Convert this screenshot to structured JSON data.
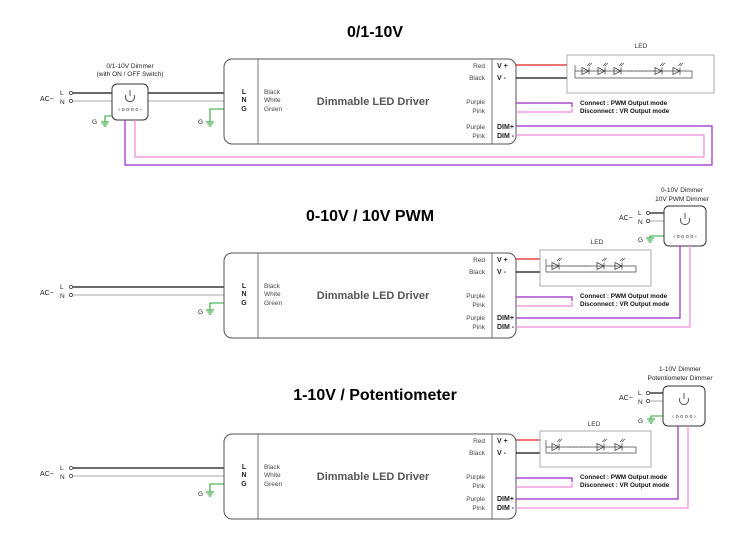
{
  "common": {
    "driver_title": "Dimmable LED Driver",
    "led_label": "LED",
    "in_terms": [
      "L",
      "N",
      "G"
    ],
    "in_colors": [
      "Black",
      "White",
      "Green"
    ],
    "out_colors": [
      "Red",
      "Black",
      "Purple",
      "Pink",
      "Purple",
      "Pink"
    ],
    "out_terms": [
      "V +",
      "V -",
      "DIM+",
      "DIM -"
    ],
    "ac_label": "AC~",
    "ac_l": "L",
    "ac_n": "N",
    "ground": "G",
    "dimmer_keys": "‹ o o o o ›",
    "connect_note": "Connect : PWM Output mode",
    "disconnect_note": "Disconnect : VR Output mode"
  },
  "sections": [
    {
      "title": "0/1-10V",
      "dimmer_label_1": "0/1-10V Dimmer",
      "dimmer_label_2": "(with ON / OFF Switch)"
    },
    {
      "title": "0-10V / 10V PWM",
      "dimmer_label_1": "0-10V Dimmer",
      "dimmer_label_2": "10V PWM Dimmer"
    },
    {
      "title": "1-10V / Potentiometer",
      "dimmer_label_1": "1-10V Dimmer",
      "dimmer_label_2": "Potentiometer Dimmer"
    }
  ],
  "colors": {
    "red_wire": "#e0201c",
    "black_wire": "#111111",
    "purple_wire": "#9a2bc6",
    "pink_wire": "#f08ad8",
    "green_wire": "#2da63a",
    "outline": "#555555",
    "led_box": "#999999"
  }
}
